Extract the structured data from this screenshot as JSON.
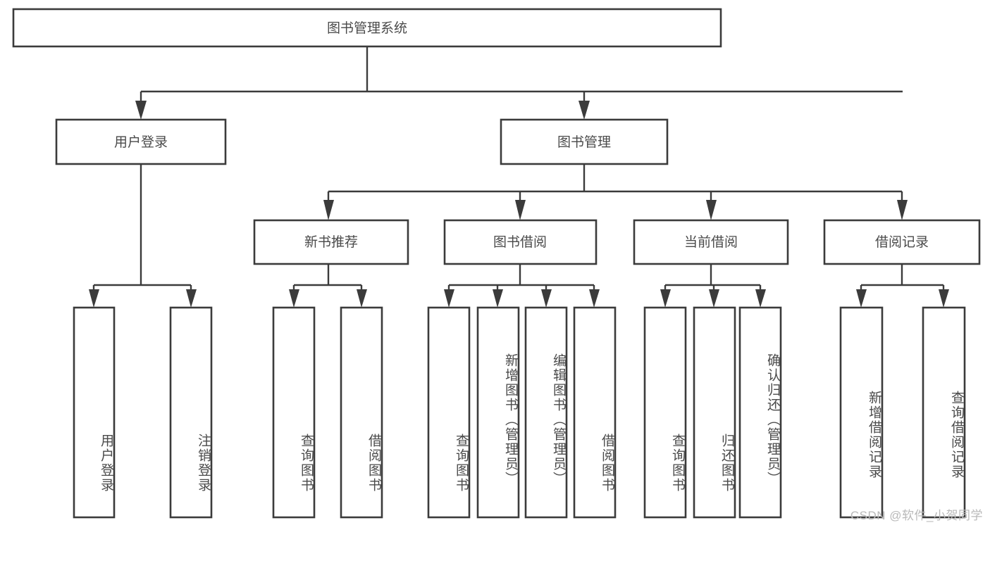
{
  "diagram": {
    "type": "tree-hierarchy-flowchart",
    "title": "图书管理系统",
    "background_color": "#ffffff",
    "stroke_color": "#3b3b3b",
    "text_color": "#4a4a4a",
    "levels": 4,
    "root": {
      "id": "root",
      "label": "图书管理系统",
      "orientation": "horizontal"
    },
    "level2": [
      {
        "id": "user-login",
        "label": "用户登录",
        "orientation": "horizontal"
      },
      {
        "id": "book-management",
        "label": "图书管理",
        "orientation": "horizontal"
      }
    ],
    "level3": [
      {
        "id": "new-book-recommend",
        "label": "新书推荐",
        "orientation": "horizontal",
        "parent": "book-management"
      },
      {
        "id": "book-borrow",
        "label": "图书借阅",
        "orientation": "horizontal",
        "parent": "book-management"
      },
      {
        "id": "current-borrow",
        "label": "当前借阅",
        "orientation": "horizontal",
        "parent": "book-management"
      },
      {
        "id": "borrow-record",
        "label": "借阅记录",
        "orientation": "horizontal",
        "parent": "book-management"
      }
    ],
    "leaves": [
      {
        "id": "leaf-user-login",
        "label": "用户登录",
        "parent": "user-login",
        "orientation": "vertical"
      },
      {
        "id": "leaf-logout",
        "label": "注销登录",
        "parent": "user-login",
        "orientation": "vertical"
      },
      {
        "id": "leaf-query-book-1",
        "label": "查询图书",
        "parent": "new-book-recommend",
        "orientation": "vertical"
      },
      {
        "id": "leaf-borrow-book-1",
        "label": "借阅图书",
        "parent": "new-book-recommend",
        "orientation": "vertical"
      },
      {
        "id": "leaf-query-book-2",
        "label": "查询图书",
        "parent": "book-borrow",
        "orientation": "vertical"
      },
      {
        "id": "leaf-add-book",
        "label": "新增图书（管理员）",
        "parent": "book-borrow",
        "orientation": "vertical"
      },
      {
        "id": "leaf-edit-book",
        "label": "编辑图书（管理员）",
        "parent": "book-borrow",
        "orientation": "vertical"
      },
      {
        "id": "leaf-borrow-book-2",
        "label": "借阅图书",
        "parent": "book-borrow",
        "orientation": "vertical"
      },
      {
        "id": "leaf-query-book-3",
        "label": "查询图书",
        "parent": "current-borrow",
        "orientation": "vertical"
      },
      {
        "id": "leaf-return-book",
        "label": "归还图书",
        "parent": "current-borrow",
        "orientation": "vertical"
      },
      {
        "id": "leaf-confirm-return",
        "label": "确认归还（管理员）",
        "parent": "current-borrow",
        "orientation": "vertical"
      },
      {
        "id": "leaf-add-record",
        "label": "新增借阅记录",
        "parent": "borrow-record",
        "orientation": "vertical"
      },
      {
        "id": "leaf-query-record",
        "label": "查询借阅记录",
        "parent": "borrow-record",
        "orientation": "vertical"
      }
    ]
  },
  "watermark": {
    "text": "CSDN @软件_小贺同学"
  }
}
